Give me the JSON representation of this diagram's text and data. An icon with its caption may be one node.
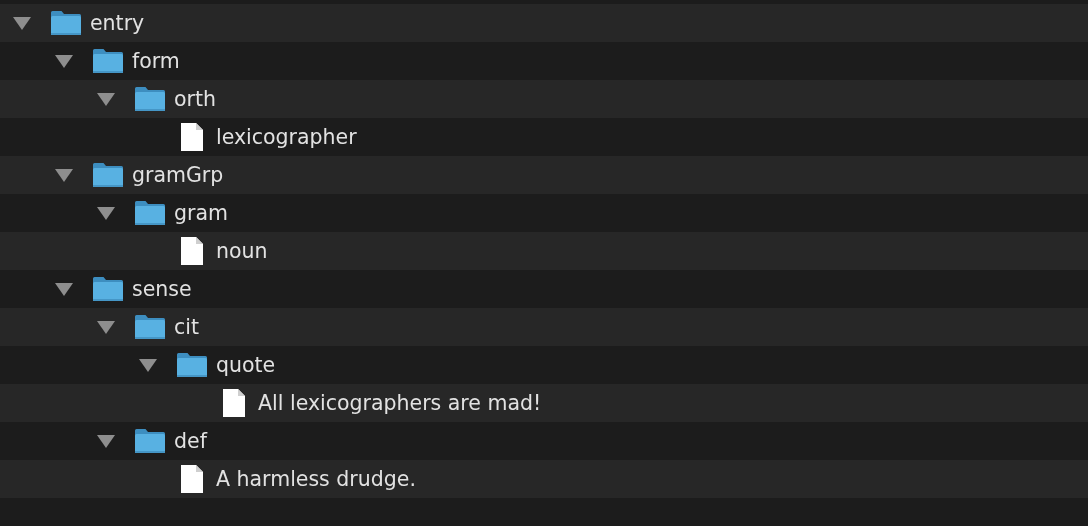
{
  "diagram": {
    "nodes": [
      {
        "text": [
          "entry"
        ]
      },
      {
        "text": [
          "form"
        ]
      },
      {
        "text": [
          "orth"
        ]
      },
      {
        "text": [
          "lexicographer"
        ]
      },
      {
        "text": [
          "gramGrp"
        ]
      },
      {
        "text": [
          "gram"
        ]
      },
      {
        "text": [
          "noun"
        ]
      },
      {
        "text": [
          "sense"
        ]
      },
      {
        "text": [
          "cit"
        ]
      },
      {
        "text": [
          "quote"
        ]
      },
      {
        "text": [
          "All lexicographers are mad!"
        ]
      },
      {
        "text": [
          "def"
        ]
      },
      {
        "text": [
          "A harmless drudge."
        ]
      }
    ]
  }
}
